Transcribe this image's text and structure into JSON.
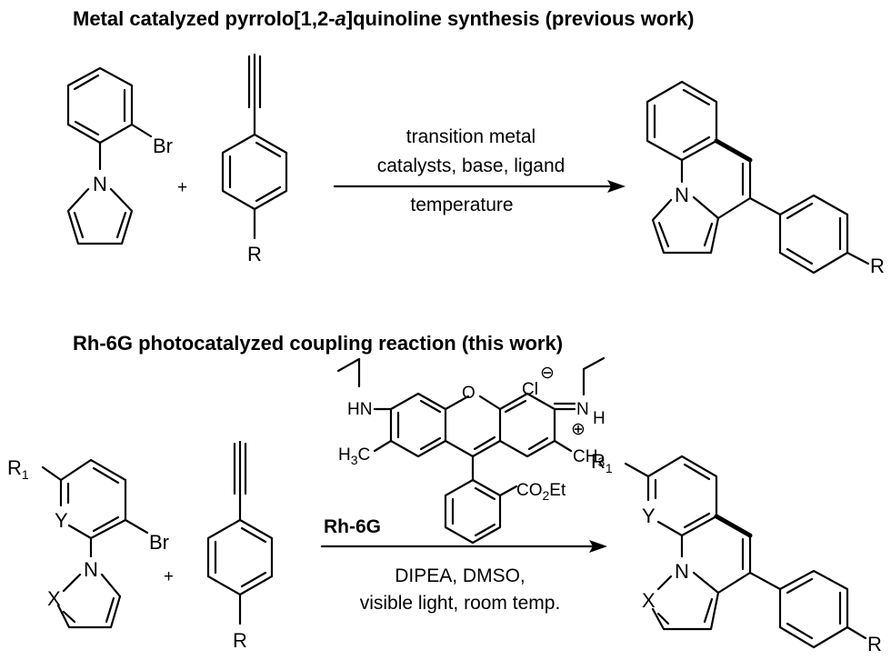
{
  "top": {
    "heading_pre": "Metal catalyzed pyrrolo[1,2-",
    "heading_italic": "a",
    "heading_post": "]quinoline synthesis (previous work)",
    "plus": "+",
    "conditions_line1": "transition metal",
    "conditions_line2": "catalysts, base, ligand",
    "conditions_line3": "temperature",
    "reactant1_br": "Br",
    "reactant1_n": "N",
    "reactant2_r": "R",
    "product_n": "N",
    "product_r": "R"
  },
  "bottom": {
    "heading": "Rh-6G photocatalyzed coupling reaction (this work)",
    "plus": "+",
    "catalyst_name": "Rh-6G",
    "conditions_line1": "DIPEA, DMSO,",
    "conditions_line2": "visible light, room temp.",
    "reactant1_r": "R",
    "reactant1_r_sub": "1",
    "reactant1_y": "Y",
    "reactant1_br": "Br",
    "reactant1_n": "N",
    "reactant1_x": "X",
    "reactant2_r": "R",
    "product_r": "R",
    "product_r_sub": "1",
    "product_y": "Y",
    "product_n": "N",
    "product_x": "X",
    "product_r4": "R",
    "dye": {
      "hn": "HN",
      "cl": "Cl",
      "minus": "⊖",
      "n": "N",
      "h": "H",
      "plus": "⊕",
      "ch3_left": "H",
      "ch3_left_sub": "3",
      "ch3_left_c": "C",
      "ch3_right": "CH",
      "ch3_right_sub": "3",
      "ester_a": "CO",
      "ester_sub": "2",
      "ester_b": "Et",
      "o": "O"
    }
  }
}
